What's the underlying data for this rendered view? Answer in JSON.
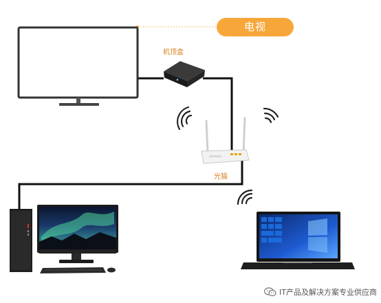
{
  "labels": {
    "tv": "电视",
    "set_top_box": "机顶盒",
    "optical_modem": "光猫"
  },
  "footer": {
    "text": "IT产品及解决方案专业供应商",
    "icon": "wechat-icon"
  },
  "colors": {
    "accent": "#f7a73a",
    "label_text": "#d9821e",
    "cable": "#111111",
    "dotted_leader": "#e8c27a"
  }
}
